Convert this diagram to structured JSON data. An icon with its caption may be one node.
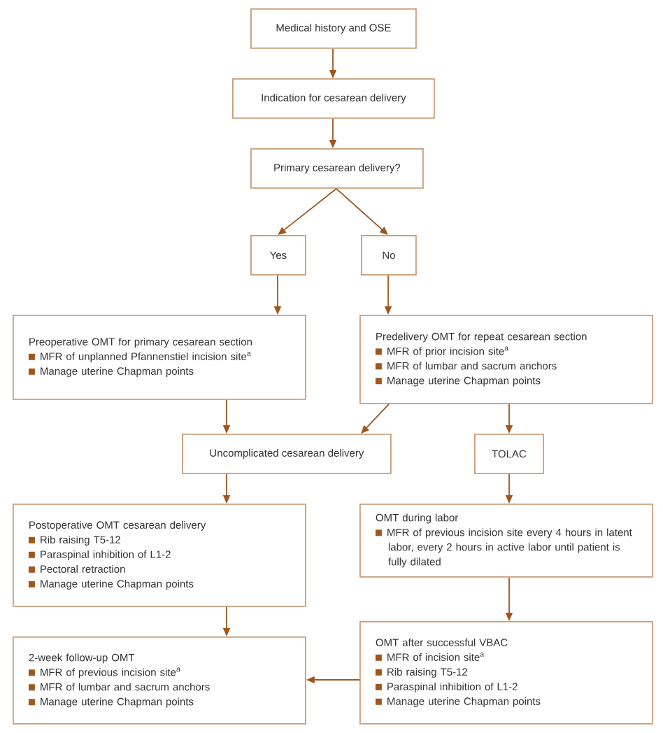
{
  "diagram": {
    "nodes": [
      {
        "text": [
          "Medical history and OSE"
        ]
      },
      {
        "text": [
          "Indication for cesarean delivery"
        ]
      },
      {
        "text": [
          "Primary cesarean delivery?"
        ]
      },
      {
        "text": [
          "Yes"
        ]
      },
      {
        "text": [
          "No"
        ]
      },
      {
        "text": [
          "Preoperative OMT for primary cesarean section",
          "MFR of unplanned Pfannenstiel incision site$^{a}$",
          "Manage uterine Chapman points"
        ]
      },
      {
        "text": [
          "Predelivery OMT for repeat cesarean section",
          "MFR of prior incision site$^{a}$",
          "MFR of lumbar and sacrum anchors",
          "Manage uterine Chapman points"
        ]
      },
      {
        "text": [
          "Uncomplicated cesarean delivery"
        ]
      },
      {
        "text": [
          "TOLAC"
        ]
      },
      {
        "text": [
          "Postoperative OMT cesarean delivery",
          "Rib raising T5-12",
          "Paraspinal inhibition of L1-2",
          "Pectoral retraction",
          "Manage uterine Chapman points"
        ]
      },
      {
        "text": [
          "OMT during labor",
          "MFR of previous incision site every 4 hours in latent labor, every 2 hours in active labor until patient is fully dilated"
        ]
      },
      {
        "text": [
          "2-week follow-up OMT",
          "MFR of previous incision site$^{a}$",
          "MFR of lumbar and sacrum anchors",
          "Manage uterine Chapman points"
        ]
      },
      {
        "text": [
          "OMT after successful VBAC",
          "MFR of incision site$^{a}$",
          "Rib raising T5-12",
          "Paraspinal inhibition of L1-2",
          "Manage uterine Chapman points"
        ]
      }
    ],
    "edges": [
      {
        "from": 0,
        "to": 1,
        "arrow": "to"
      },
      {
        "from": 1,
        "to": 2,
        "arrow": "to"
      },
      {
        "from": 2,
        "to": 3,
        "arrow": "to"
      },
      {
        "from": 2,
        "to": 4,
        "arrow": "to"
      },
      {
        "from": 3,
        "to": 5,
        "arrow": "to"
      },
      {
        "from": 4,
        "to": 6,
        "arrow": "to"
      },
      {
        "from": 5,
        "to": 7,
        "arrow": "to"
      },
      {
        "from": 6,
        "to": 7,
        "arrow": "to"
      },
      {
        "from": 6,
        "to": 8,
        "arrow": "to"
      },
      {
        "from": 7,
        "to": 9,
        "arrow": "to"
      },
      {
        "from": 8,
        "to": 10,
        "arrow": "to"
      },
      {
        "from": 9,
        "to": 11,
        "arrow": "to"
      },
      {
        "from": 10,
        "to": 12,
        "arrow": "to"
      },
      {
        "from": 12,
        "to": 11,
        "arrow": "to"
      }
    ]
  }
}
